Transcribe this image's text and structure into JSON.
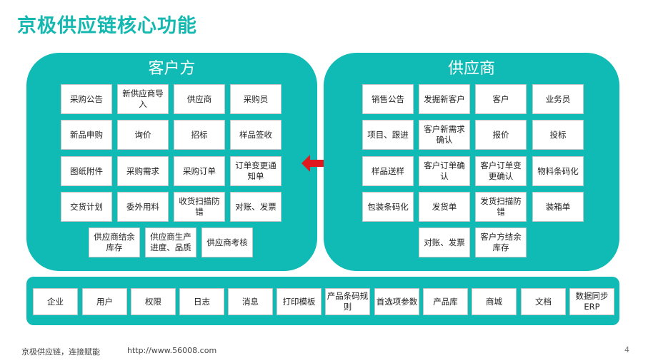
{
  "title": "京极供应链核心功能",
  "customer": {
    "title": "客户方",
    "items": [
      "采购公告",
      "新供应商导入",
      "供应商",
      "采购员",
      "新品申购",
      "询价",
      "招标",
      "样品签收",
      "图纸附件",
      "采购需求",
      "采购订单",
      "订单变更通知单",
      "交货计划",
      "委外用料",
      "收货扫描防错",
      "对账、发票",
      "供应商结余库存",
      "供应商生产进度、品质",
      "供应商考核"
    ]
  },
  "supplier": {
    "title": "供应商",
    "items": [
      "销售公告",
      "发掘新客户",
      "客户",
      "业务员",
      "项目、跟进",
      "客户新需求确认",
      "报价",
      "投标",
      "样品送样",
      "客户订单确认",
      "客户订单变更确认",
      "物料条码化",
      "包装条码化",
      "发货单",
      "发货扫描防错",
      "装箱单",
      "对账、发票",
      "客户方结余库存"
    ]
  },
  "platform": {
    "items": [
      "企业",
      "用户",
      "权限",
      "日志",
      "消息",
      "打印模板",
      "产品条码规则",
      "首选项参数",
      "产品库",
      "商城",
      "文档",
      "数据同步ERP"
    ]
  },
  "footer": {
    "slogan": "京极供应链，连接赋能",
    "url": "http://www.56008.com",
    "page": "4"
  },
  "colors": {
    "accent": "#0fbbb4",
    "title": "#14b8b0",
    "arrow": "#e0191e"
  },
  "icons": {
    "arrow": "double-arrow-icon"
  }
}
